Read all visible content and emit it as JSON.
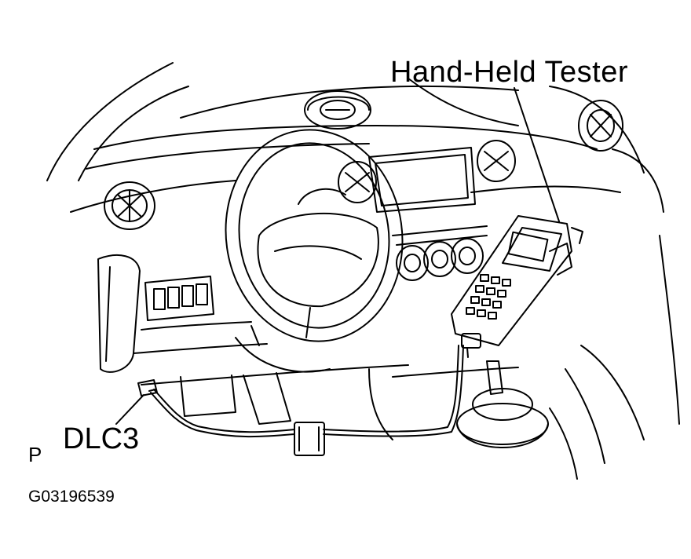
{
  "labels": {
    "tester": "Hand-Held  Tester",
    "dlc": "DLC3",
    "view": "P",
    "figure_code": "G03196539"
  },
  "colors": {
    "line": "#000000",
    "background": "#ffffff"
  }
}
